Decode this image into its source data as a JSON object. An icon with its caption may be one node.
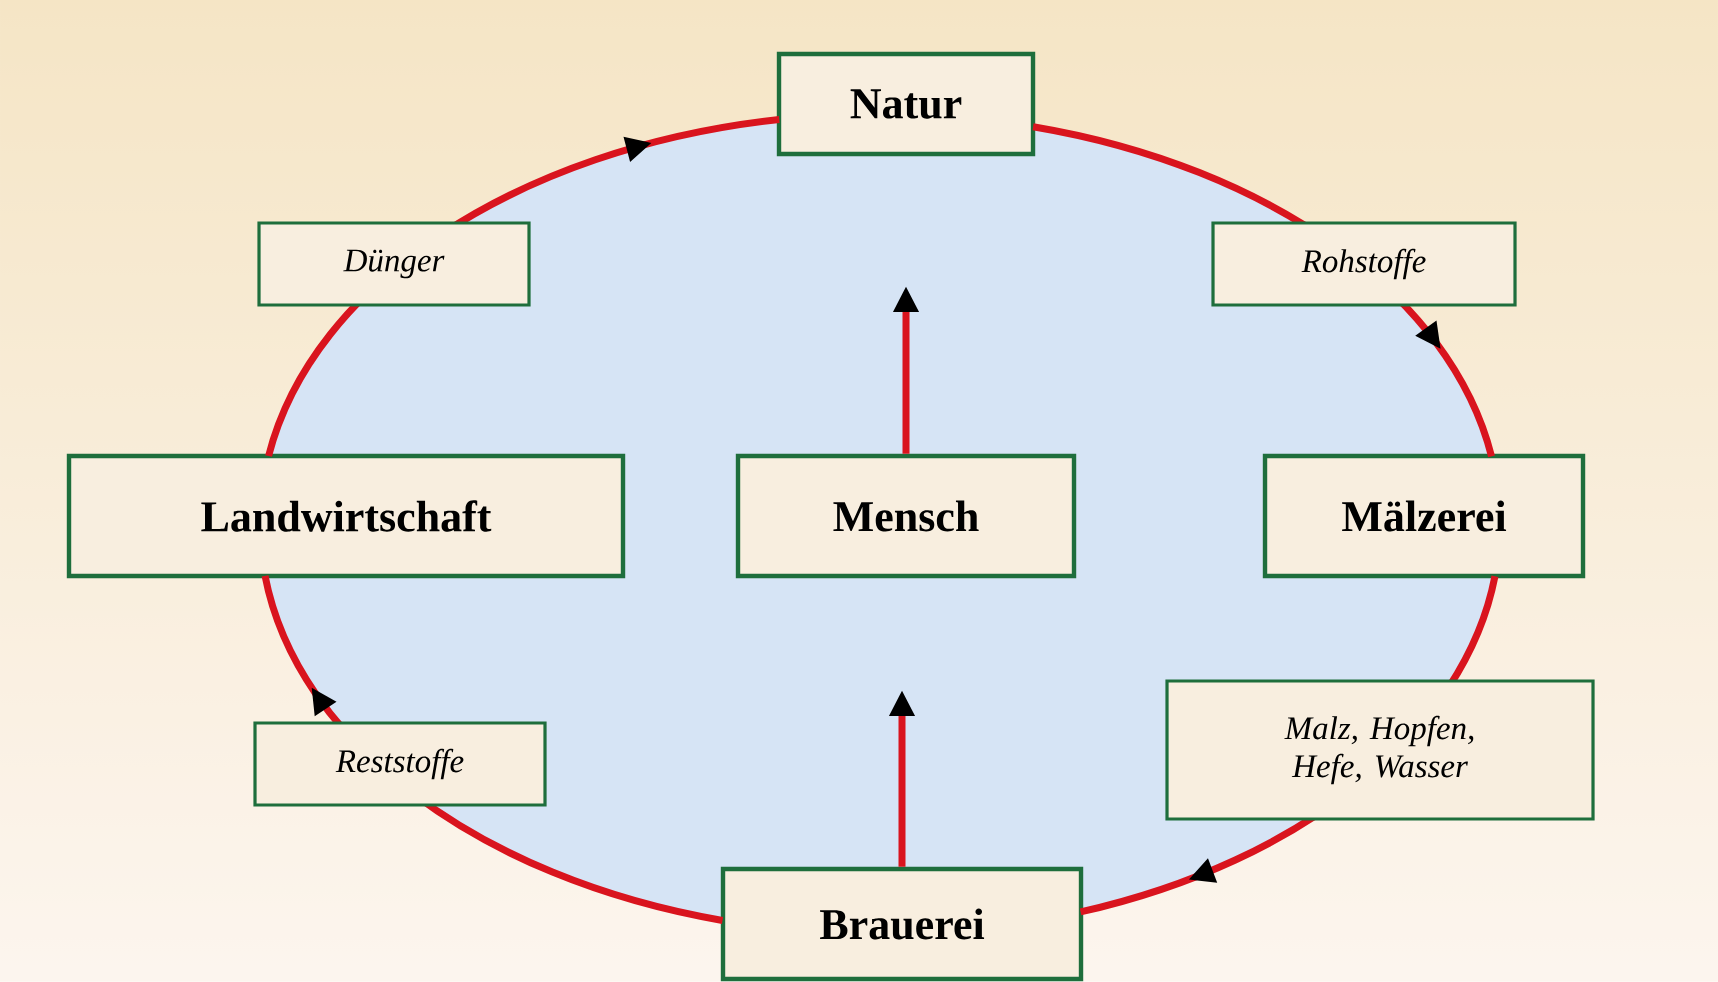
{
  "diagram": {
    "nodes": [
      {
        "text": [
          "Natur"
        ]
      },
      {
        "text": [
          "Landwirtschaft"
        ]
      },
      {
        "text": [
          "Mensch"
        ]
      },
      {
        "text": [
          "Mälzerei"
        ]
      },
      {
        "text": [
          "Brauerei"
        ]
      }
    ],
    "edges": [
      {
        "from": 0,
        "to": 3,
        "arrow": "to",
        "label": "Rohstoffe"
      },
      {
        "from": 3,
        "to": 4,
        "arrow": "to",
        "label": "Malz, Hopfen, Hefe, Wasser"
      },
      {
        "from": 4,
        "to": 1,
        "arrow": "to",
        "label": "Reststoffe"
      },
      {
        "from": 1,
        "to": 0,
        "arrow": "to",
        "label": "Dünger"
      },
      {
        "from": 2,
        "to": null,
        "arrow": "to"
      },
      {
        "from": 4,
        "to": null,
        "arrow": "to"
      }
    ]
  }
}
